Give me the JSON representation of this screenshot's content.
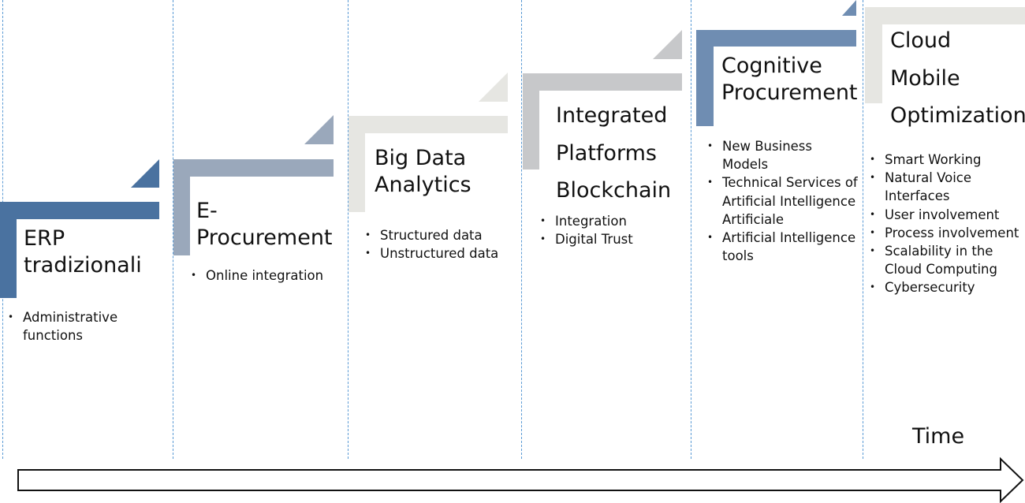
{
  "stages": [
    {
      "title_lines": [
        "ERP",
        "tradizionali"
      ],
      "bullets": [
        "Administrative functions"
      ],
      "color": "#4a72a0"
    },
    {
      "title_lines": [
        "E-",
        "Procurement"
      ],
      "bullets": [
        "Online integration"
      ],
      "color": "#9aa8bb"
    },
    {
      "title_lines": [
        "Big Data",
        "Analytics"
      ],
      "bullets": [
        "Structured data",
        "Unstructured data"
      ],
      "color": "#e6e6e2"
    },
    {
      "title_lines": [
        "Integrated",
        "Platforms",
        "Blockchain"
      ],
      "bullets": [
        "Integration",
        "Digital Trust"
      ],
      "color": "#c7c8ca"
    },
    {
      "title_lines": [
        "Cognitive",
        "Procurement"
      ],
      "bullets": [
        "New Business Models",
        "Technical Services of Artificial Intelligence Artificiale",
        "Artificial Intelligence tools"
      ],
      "color": "#6f8db2"
    },
    {
      "title_lines": [
        "Cloud",
        "Mobile",
        "Optimization"
      ],
      "bullets": [
        "Smart Working",
        "Natural Voice Interfaces",
        "User involvement",
        "Process involvement",
        "Scalability in the Cloud Computing",
        "Cybersecurity"
      ],
      "color": "#e6e6e2"
    }
  ],
  "time_label": "Time"
}
